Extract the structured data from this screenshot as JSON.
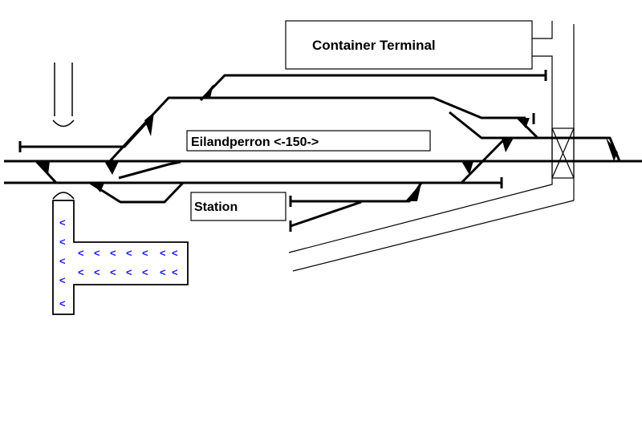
{
  "labels": {
    "container_terminal": "Container Terminal",
    "eilandperron": "Eilandperron <-150->",
    "station": "Station"
  },
  "colors": {
    "track": "#000000",
    "water": "#1a1aff",
    "background": "#ffffff"
  },
  "icons": {
    "water_flow": "blue-chevron-left"
  }
}
